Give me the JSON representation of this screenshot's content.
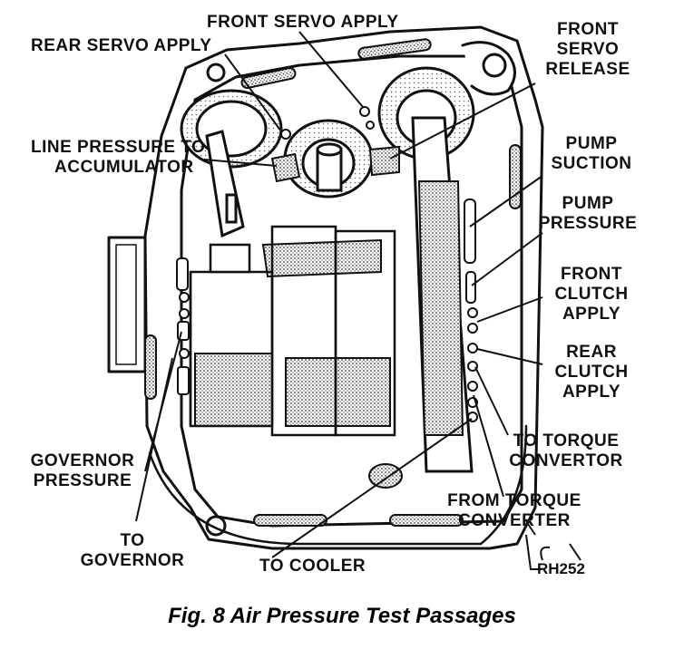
{
  "labels": {
    "front_servo_apply": "FRONT SERVO APPLY",
    "rear_servo_apply": "REAR SERVO APPLY",
    "front_servo_release": [
      "FRONT",
      "SERVO",
      "RELEASE"
    ],
    "line_pressure": [
      "LINE PRESSURE TO",
      "ACCUMULATOR"
    ],
    "pump_suction": [
      "PUMP",
      "SUCTION"
    ],
    "pump_pressure": [
      "PUMP",
      "PRESSURE"
    ],
    "front_clutch_apply": [
      "FRONT",
      "CLUTCH",
      "APPLY"
    ],
    "rear_clutch_apply": [
      "REAR",
      "CLUTCH",
      "APPLY"
    ],
    "to_torque_convertor": [
      "TO TORQUE",
      "CONVERTOR"
    ],
    "from_torque_converter": [
      "FROM TORQUE",
      "CONVERTER"
    ],
    "governor_pressure": [
      "GOVERNOR",
      "PRESSURE"
    ],
    "to_governor": [
      "TO",
      "GOVERNOR"
    ],
    "to_cooler": "TO COOLER"
  },
  "reference_code": "RH252",
  "caption": "Fig. 8 Air Pressure Test Passages"
}
